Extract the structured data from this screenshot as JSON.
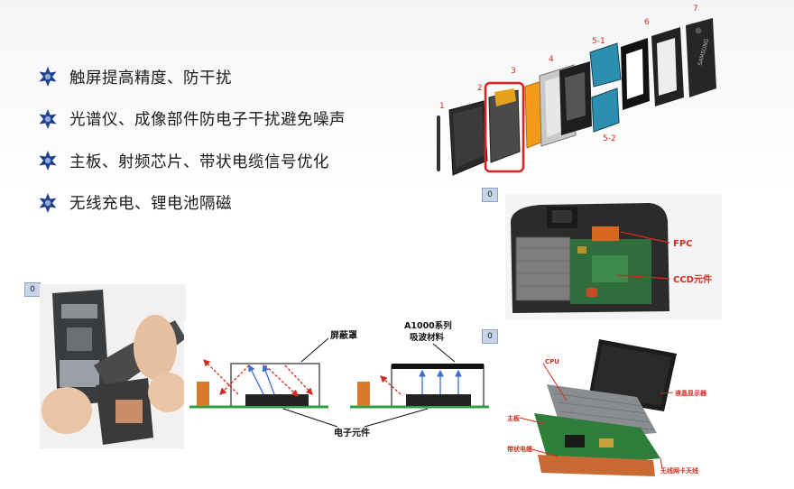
{
  "bullets": [
    "触屏提高精度、防干扰",
    "光谱仪、成像部件防电子干扰避免噪声",
    "主板、射频芯片、带状电缆信号优化",
    "无线充电、锂电池隔磁"
  ],
  "badges": {
    "camera": "0",
    "left": "0",
    "diagram": "0",
    "laptop": "0"
  },
  "phone": {
    "numbers": [
      "1",
      "2",
      "3",
      "4",
      "5-1",
      "6",
      "7",
      "5-2"
    ],
    "brand": "SAMSUNG"
  },
  "camera": {
    "fpc_label": "FPC",
    "ccd_label": "CCD元件"
  },
  "diagram": {
    "shield_label": "屏蔽罩",
    "material_label_line1": "A1000系列",
    "material_label_line2": "吸波材料",
    "component_label": "电子元件"
  },
  "laptop": {
    "cpu": "CPU",
    "display": "液晶显示器",
    "mainboard": "主板",
    "ribbon": "带状电缆",
    "wifi": "无线网卡天线"
  },
  "colors": {
    "accent_red": "#d62a1e",
    "bullet_blue": "#1f3f8a",
    "pcb_green": "#2e7d32"
  }
}
